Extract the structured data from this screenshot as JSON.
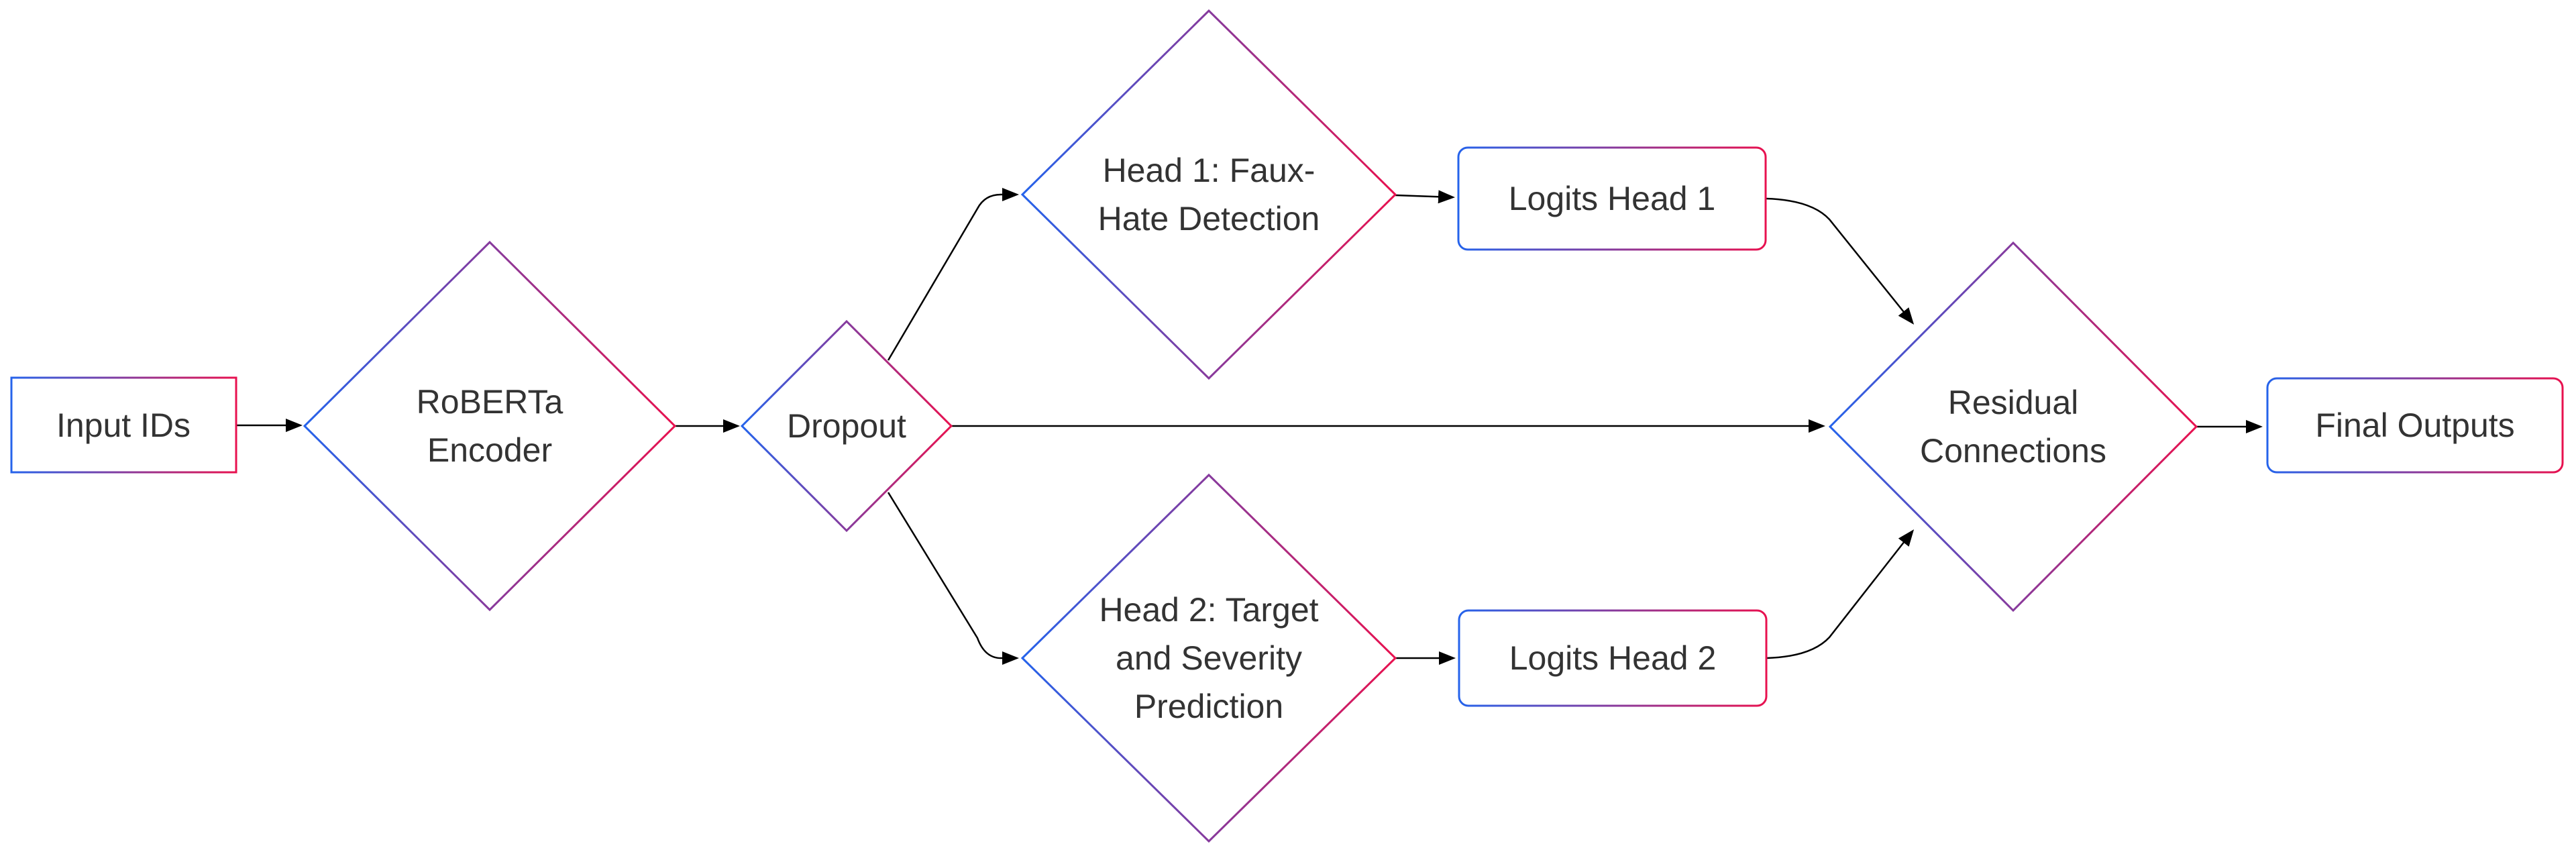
{
  "diagram": {
    "type": "flowchart",
    "direction": "left-to-right",
    "background": "#ffffff",
    "colors": {
      "border_gradient_start": "#2563eb",
      "border_gradient_end": "#e8114f",
      "edge_color": "#000000",
      "text_color": "#333333",
      "node_fill": "#ffffff"
    },
    "nodes": {
      "input_ids": {
        "shape": "rectangle",
        "lines": [
          "Input IDs"
        ]
      },
      "roberta_encoder": {
        "shape": "diamond",
        "lines": [
          "RoBERTa",
          "Encoder"
        ]
      },
      "dropout": {
        "shape": "diamond",
        "lines": [
          "Dropout"
        ]
      },
      "head1": {
        "shape": "diamond",
        "lines": [
          "Head 1: Faux-",
          "Hate Detection"
        ]
      },
      "logits_head1": {
        "shape": "rounded-rectangle",
        "lines": [
          "Logits Head 1"
        ]
      },
      "head2": {
        "shape": "diamond",
        "lines": [
          "Head 2: Target",
          "and Severity",
          "Prediction"
        ]
      },
      "logits_head2": {
        "shape": "rounded-rectangle",
        "lines": [
          "Logits Head 2"
        ]
      },
      "residual_connections": {
        "shape": "diamond",
        "lines": [
          "Residual",
          "Connections"
        ]
      },
      "final_outputs": {
        "shape": "rounded-rectangle",
        "lines": [
          "Final Outputs"
        ]
      }
    },
    "edges": [
      {
        "from": "input_ids",
        "to": "roberta_encoder"
      },
      {
        "from": "roberta_encoder",
        "to": "dropout"
      },
      {
        "from": "dropout",
        "to": "head1"
      },
      {
        "from": "dropout",
        "to": "residual_connections"
      },
      {
        "from": "dropout",
        "to": "head2"
      },
      {
        "from": "head1",
        "to": "logits_head1"
      },
      {
        "from": "head2",
        "to": "logits_head2"
      },
      {
        "from": "logits_head1",
        "to": "residual_connections"
      },
      {
        "from": "logits_head2",
        "to": "residual_connections"
      },
      {
        "from": "residual_connections",
        "to": "final_outputs"
      }
    ]
  }
}
